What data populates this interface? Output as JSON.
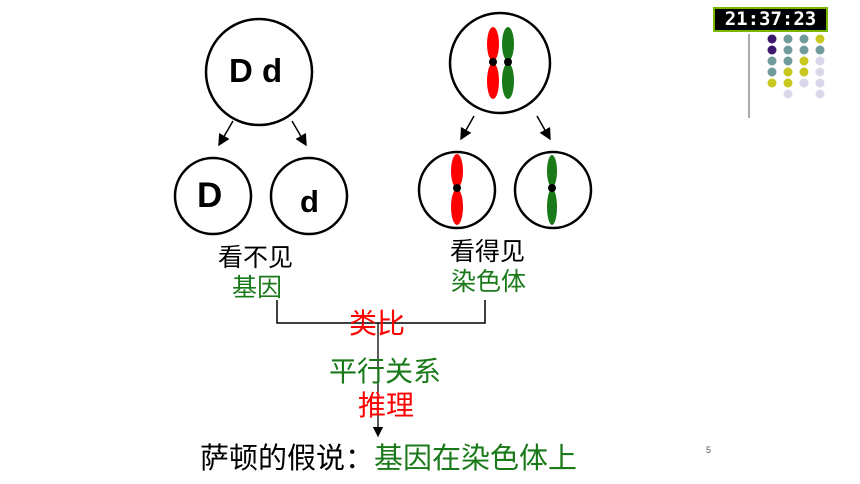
{
  "parent_cell": {
    "alleles": "D d"
  },
  "daughter_cells": [
    {
      "allele": "D"
    },
    {
      "allele": "d"
    }
  ],
  "labels": {
    "left_top": "看不见",
    "left_bottom": "基因",
    "right_top": "看得见",
    "right_bottom": "染色体",
    "analogy": "类比",
    "parallel": "平行关系",
    "reasoning": "推理",
    "conclusion_prefix": "萨顿的假说：",
    "conclusion_body": "基因在染色体上"
  },
  "clock": "21:37:23",
  "page_number": "5",
  "colors": {
    "red_chromosome": "#ff0000",
    "green_chromosome": "#1a7a1a",
    "text_green": "#1a7a1a",
    "text_red": "#ff0000",
    "dot_purple": "#3d1a6e",
    "dot_teal": "#6f9b9b",
    "dot_yellow": "#c8c820",
    "dot_lavender": "#d8d8ea",
    "clock_border": "#7ab800"
  }
}
